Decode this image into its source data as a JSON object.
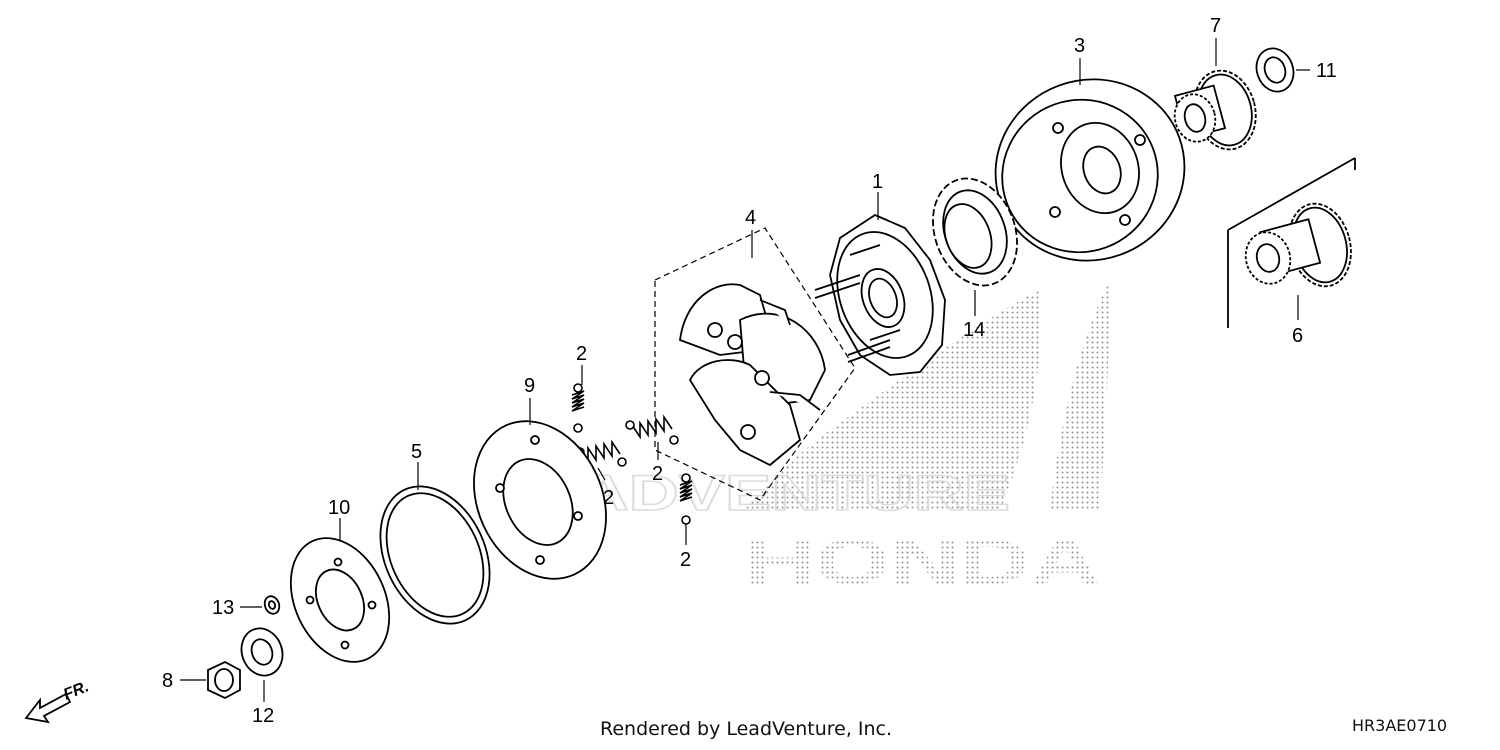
{
  "diagram": {
    "parts": [
      {
        "id": "part-1",
        "label": "1"
      },
      {
        "id": "part-2a",
        "label": "2"
      },
      {
        "id": "part-2b",
        "label": "2"
      },
      {
        "id": "part-2c",
        "label": "2"
      },
      {
        "id": "part-2d",
        "label": "2"
      },
      {
        "id": "part-3",
        "label": "3"
      },
      {
        "id": "part-4",
        "label": "4"
      },
      {
        "id": "part-5",
        "label": "5"
      },
      {
        "id": "part-6",
        "label": "6"
      },
      {
        "id": "part-7",
        "label": "7"
      },
      {
        "id": "part-8",
        "label": "8"
      },
      {
        "id": "part-9",
        "label": "9"
      },
      {
        "id": "part-10",
        "label": "10"
      },
      {
        "id": "part-11",
        "label": "11"
      },
      {
        "id": "part-12",
        "label": "12"
      },
      {
        "id": "part-13",
        "label": "13"
      },
      {
        "id": "part-14",
        "label": "14"
      }
    ],
    "direction_label": "FR.",
    "watermark_brand": "HONDA",
    "watermark_text": "LEADVENTURE"
  },
  "footer": {
    "credit": "Rendered by LeadVenture, Inc.",
    "diagram_code": "HR3AE0710"
  },
  "colors": {
    "line": "#000000",
    "watermark": "#9a9a9a"
  }
}
